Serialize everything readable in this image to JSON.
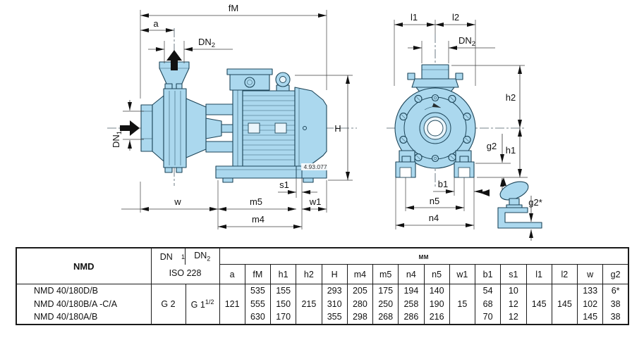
{
  "drawing": {
    "labels": {
      "fm": "fM",
      "a": "a",
      "dn1_base": "DN",
      "dn1_sub": "1",
      "dn2_base": "DN",
      "dn2_sub": "2",
      "h": "H",
      "s1": "s1",
      "w": "w",
      "m5": "m5",
      "w1": "w1",
      "m4": "m4",
      "l1": "l1",
      "l2": "l2",
      "h2": "h2",
      "g2": "g2",
      "h1": "h1",
      "b1": "b1",
      "n5": "n5",
      "n4": "n4",
      "g2_star": "g2*",
      "drawing_number": "4.93.077"
    },
    "colors": {
      "fill": "#abd8ee",
      "fill_light": "#eaf5fb",
      "outline": "#1d4559",
      "dim": "#3f3f3f",
      "label": "#111111"
    }
  },
  "table": {
    "model_header": "NMD",
    "dn1_base": "DN",
    "dn1_sub": "1",
    "dn2_base": "DN",
    "dn2_sub": "2",
    "iso_label": "ISO 228",
    "mm_label": "mm",
    "dim_headers": [
      "a",
      "fM",
      "h1",
      "h2",
      "H",
      "m4",
      "m5",
      "n4",
      "n5",
      "w1",
      "b1",
      "s1",
      "l1",
      "l2",
      "w",
      "g2"
    ],
    "dn1_value": "G 2",
    "dn2_value_base": "G 1",
    "dn2_value_frac": "1/2",
    "rows": [
      {
        "model": "NMD 40/180D/B",
        "values": [
          "",
          "535",
          "155",
          "",
          "293",
          "205",
          "175",
          "194",
          "140",
          "",
          "54",
          "10",
          "",
          "",
          "133",
          "6*"
        ]
      },
      {
        "model": "NMD 40/180B/A -C/A",
        "values": [
          "121",
          "555",
          "150",
          "215",
          "310",
          "280",
          "250",
          "258",
          "190",
          "15",
          "68",
          "12",
          "145",
          "145",
          "102",
          "38"
        ]
      },
      {
        "model": "NMD 40/180A/B",
        "values": [
          "",
          "630",
          "170",
          "",
          "355",
          "298",
          "268",
          "286",
          "216",
          "",
          "70",
          "12",
          "",
          "",
          "145",
          "38"
        ]
      }
    ]
  }
}
